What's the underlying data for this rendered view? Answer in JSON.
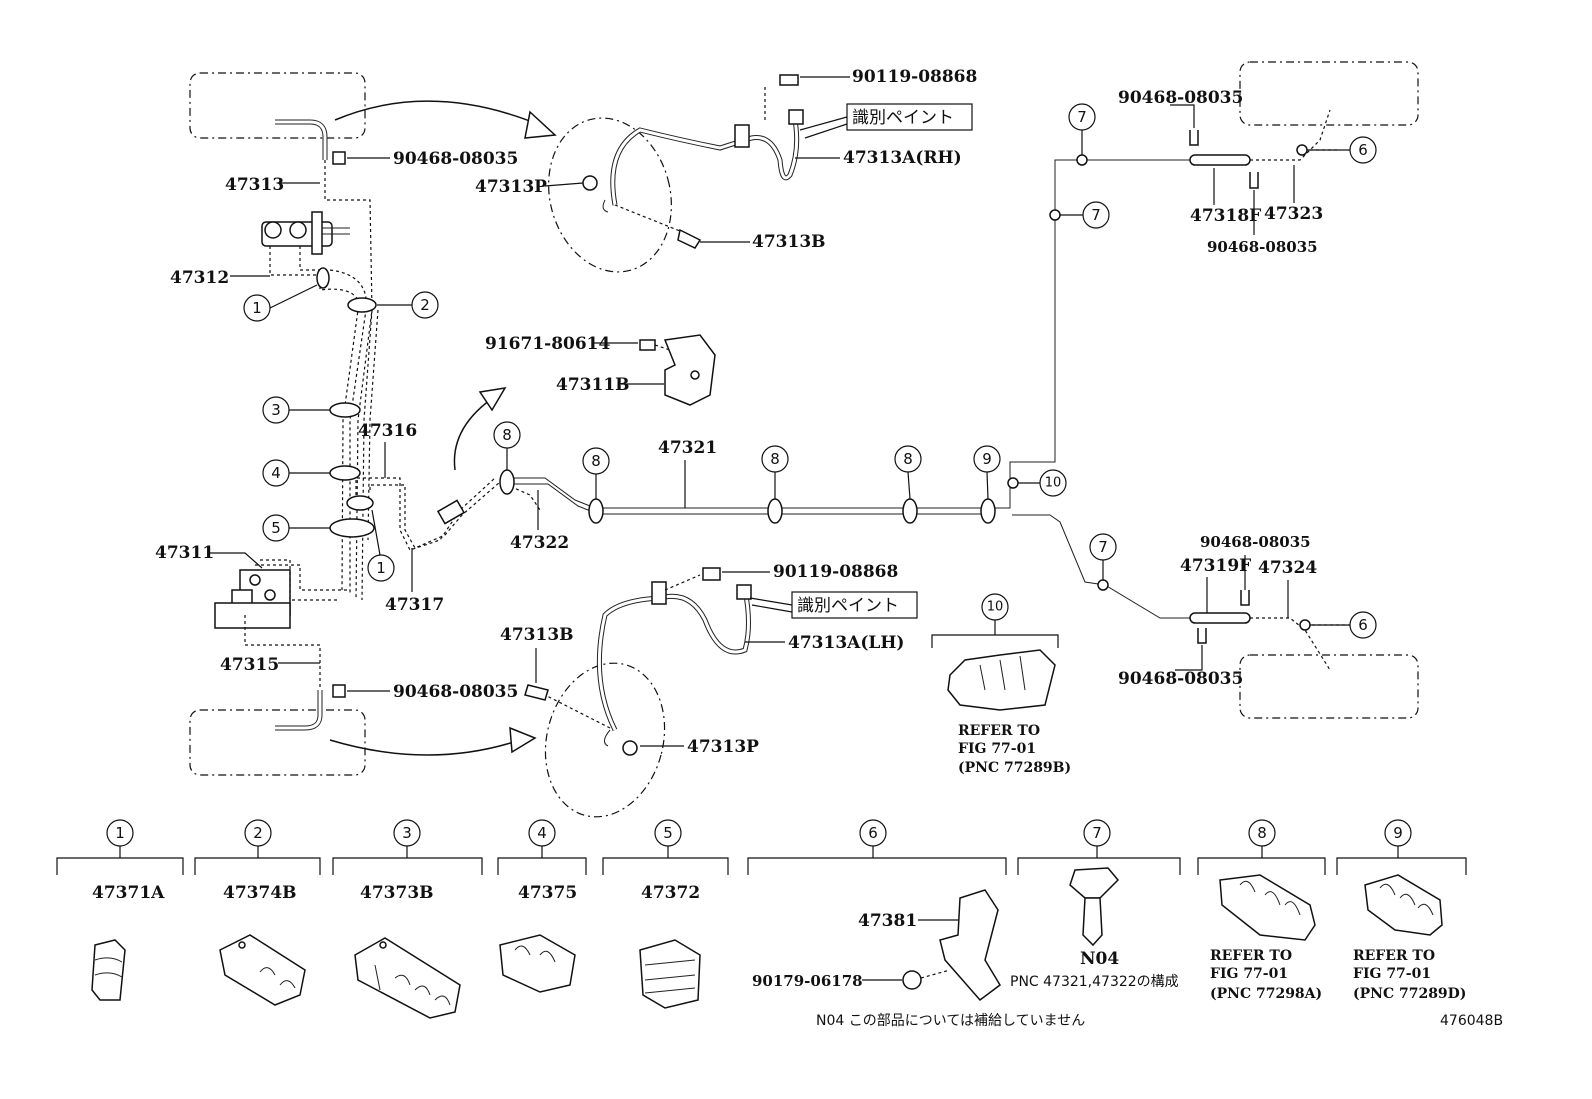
{
  "labels": {
    "p90119_08868_top": "90119-08868",
    "shikibetsu_top": "識別ペイント",
    "p47313A_RH": "47313A(RH)",
    "p90468_top_left": "90468-08035",
    "p47313": "47313",
    "p47313P_top": "47313P",
    "p47313B_top": "47313B",
    "p47312": "47312",
    "p91671": "91671-80614",
    "p47311B": "47311B",
    "p47316": "47316",
    "p47321": "47321",
    "p47322": "47322",
    "p47311": "47311",
    "p47317": "47317",
    "p90119_08868_bot": "90119-08868",
    "shikibetsu_bot": "識別ペイント",
    "p47313A_LH": "47313A(LH)",
    "p47313B_bot": "47313B",
    "p47315": "47315",
    "p90468_bot_left": "90468-08035",
    "p47313P_bot": "47313P",
    "p90468_top_right_a": "90468-08035",
    "p47318F": "47318F",
    "p47323": "47323",
    "p90468_top_right_b": "90468-08035",
    "p90468_mid_right": "90468-08035",
    "p47319F": "47319F",
    "p47324": "47324",
    "p90468_bot_right": "90468-08035",
    "ref10_l1": "REFER TO",
    "ref10_l2": "FIG 77-01",
    "ref10_l3": "(PNC 77289B)",
    "p47371A": "47371A",
    "p47374B": "47374B",
    "p47373B": "47373B",
    "p47375": "47375",
    "p47372": "47372",
    "p47381": "47381",
    "p90179": "90179-06178",
    "pN04": "N04",
    "pnc_note": "PNC 47321,47322の構成",
    "ref8_l1": "REFER TO",
    "ref8_l2": "FIG 77-01",
    "ref8_l3": "(PNC 77298A)",
    "ref9_l1": "REFER TO",
    "ref9_l2": "FIG 77-01",
    "ref9_l3": "(PNC 77289D)",
    "footnote": "N04 この部品については補給していません",
    "figure_id": "476048B"
  },
  "callouts": {
    "c1": "1",
    "c2": "2",
    "c3": "3",
    "c4": "4",
    "c5": "5",
    "c6": "6",
    "c7": "7",
    "c8": "8",
    "c9": "9",
    "c10": "10"
  }
}
